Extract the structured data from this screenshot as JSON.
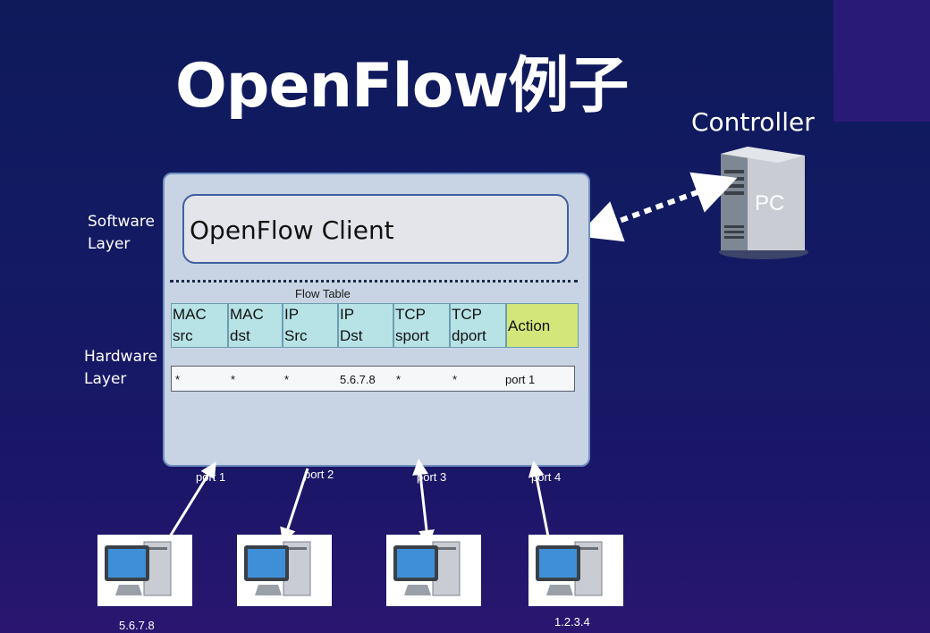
{
  "title": "OpenFlow例子",
  "controller": {
    "label": "Controller",
    "server_text": "PC"
  },
  "switch": {
    "client_label": "OpenFlow Client",
    "software_layer": [
      "Software",
      "Layer"
    ],
    "hardware_layer": [
      "Hardware",
      "Layer"
    ],
    "flow_table_title": "Flow Table",
    "flow_table": {
      "columns": [
        [
          "MAC",
          "src"
        ],
        [
          "MAC",
          "dst"
        ],
        [
          "IP",
          "Src"
        ],
        [
          "IP",
          "Dst"
        ],
        [
          "TCP",
          "sport"
        ],
        [
          "TCP",
          "dport"
        ],
        [
          "Action"
        ]
      ],
      "row": [
        "*",
        "*",
        "*",
        "5.6.7.8",
        "*",
        "*",
        "port 1"
      ]
    }
  },
  "ports": [
    "port 1",
    "port 2",
    "port 3",
    "port 4"
  ],
  "hosts": {
    "left_ip": "5.6.7.8",
    "right_ip": "1.2.3.4"
  },
  "colors": {
    "background": "#131a63",
    "switch_fill": "#c8d4e3",
    "header_cell": "#b7e2e6",
    "action_cell": "#d3e67a"
  }
}
